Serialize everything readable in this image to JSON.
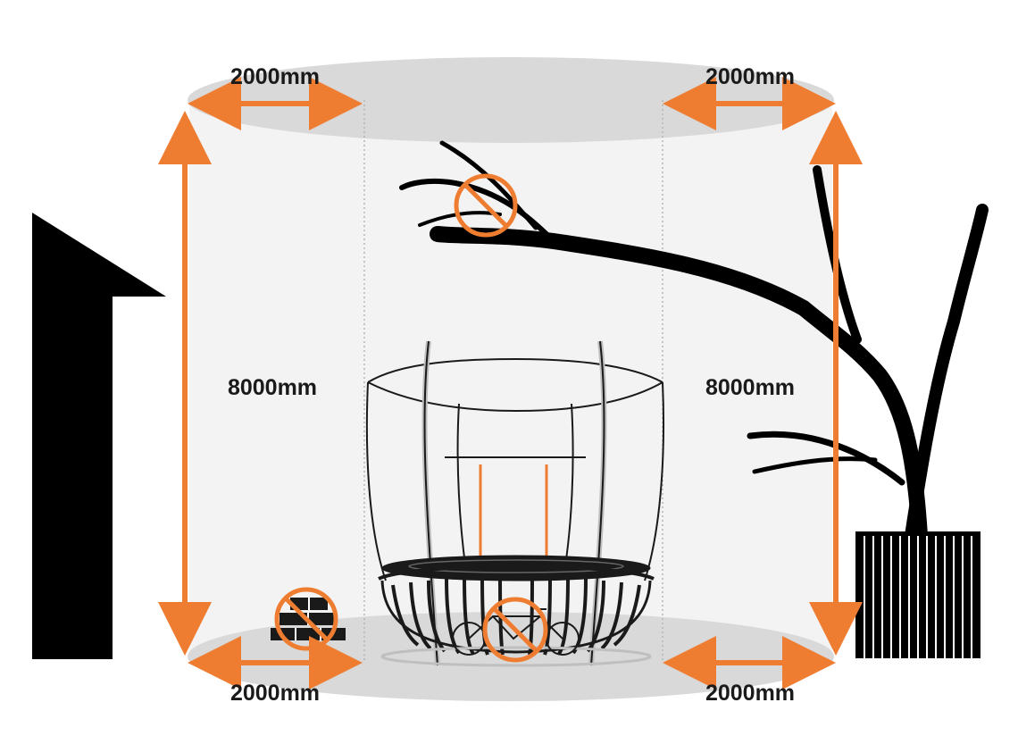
{
  "colors": {
    "accent": "#ee7d31",
    "zone_fill": "#f2f2f2",
    "ellipse_fill": "#dcdcdc",
    "ink": "#111111"
  },
  "labels": {
    "clearance_top_left": "2000mm",
    "clearance_top_right": "2000mm",
    "clearance_bottom_left": "2000mm",
    "clearance_bottom_right": "2000mm",
    "height_left": "8000mm",
    "height_right": "8000mm"
  },
  "icons": {
    "house": "house-silhouette-icon",
    "tree": "tree-silhouette-icon",
    "fence": "fence-icon",
    "trampoline": "trampoline-icon",
    "bicycle": "bicycle-icon",
    "bricks": "bricks-icon",
    "prohibited": "prohibited-icon"
  }
}
